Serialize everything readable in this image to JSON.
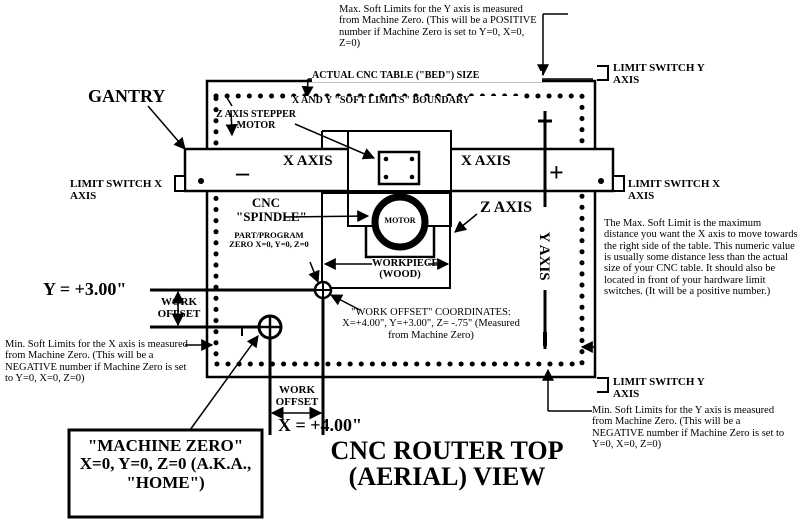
{
  "labels": {
    "max_y_note": "Max. Soft Limits for the Y axis is measured from Machine Zero. (This will be a POSITIVE number if Machine Zero is set to Y=0, X=0, Z=0)",
    "limit_switch_y_top": "LIMIT SWITCH Y AXIS",
    "table_size": "ACTUAL CNC TABLE (\"BED\") SIZE",
    "gantry": "GANTRY",
    "soft_limits_boundary": "X AND Y \"SOFT LIMITS\" BOUNDARY",
    "z_axis_stepper": "Z AXIS STEPPER MOTOR",
    "x_axis_left": "X AXIS",
    "x_axis_right": "X AXIS",
    "minus_x": "–",
    "plus_x": "+",
    "plus_y": "+",
    "minus_y": "–",
    "limit_switch_x_left": "LIMIT SWITCH X AXIS",
    "limit_switch_x_right": "LIMIT SWITCH X AXIS",
    "cnc_spindle": "CNC \"SPINDLE\"",
    "motor": "MOTOR",
    "z_axis": "Z AXIS",
    "y_axis": "Y AXIS",
    "part_zero": "PART/PROGRAM ZERO X=0, Y=0, Z=0",
    "workpiece": "WORKPIECE (WOOD)",
    "max_x_note": "The Max. Soft Limit is the maximum distance you want the X axis to move towards the right side of the table. This numeric value is usually some distance less than the actual size of your CNC table. It should also be located in front of your hardware limit switches. (It will be a positive number.)",
    "y_offset_value": "Y = +3.00\"",
    "work_offset_left": "WORK OFFSET",
    "work_offset_coords": "\"WORK OFFSET\" COORDINATES: X=+4.00\", Y=+3.00\", Z= -.75\" (Measured from Machine Zero)",
    "min_x_note": "Min. Soft Limits for the X axis is measured from Machine Zero. (This will be a NEGATIVE number if Machine Zero is set to Y=0, X=0, Z=0)",
    "limit_switch_y_bottom": "LIMIT SWITCH Y AXIS",
    "work_offset_bottom": "WORK OFFSET",
    "x_offset_value": "X = +4.00\"",
    "min_y_note": "Min. Soft Limits for the Y axis is measured from Machine Zero. (This will be a NEGATIVE number if Machine Zero is set to Y=0, X=0, Z=0)",
    "machine_zero": "\"MACHINE ZERO\" X=0, Y=0, Z=0 (A.K.A., \"HOME\")",
    "title": "CNC ROUTER TOP (AERIAL) VIEW"
  }
}
